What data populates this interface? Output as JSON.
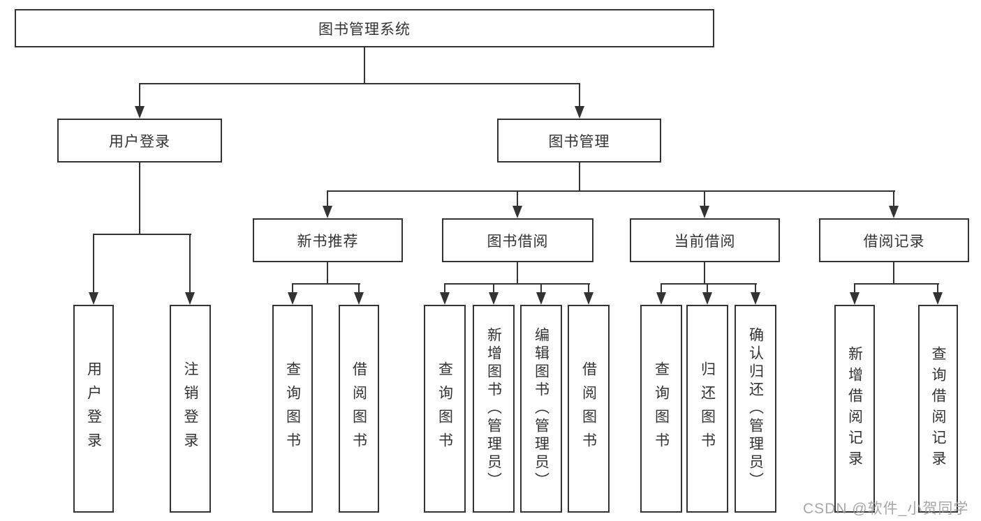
{
  "tree": {
    "root": {
      "label": "图书管理系统"
    },
    "branches": [
      {
        "label": "用户登录",
        "children": [
          {
            "label": "用户登录"
          },
          {
            "label": "注销登录"
          }
        ]
      },
      {
        "label": "图书管理",
        "children": [
          {
            "label": "新书推荐",
            "children": [
              {
                "label": "查询图书"
              },
              {
                "label": "借阅图书"
              }
            ]
          },
          {
            "label": "图书借阅",
            "children": [
              {
                "label": "查询图书"
              },
              {
                "label": "新增图书（管理员）"
              },
              {
                "label": "编辑图书（管理员）"
              },
              {
                "label": "借阅图书"
              }
            ]
          },
          {
            "label": "当前借阅",
            "children": [
              {
                "label": "查询图书"
              },
              {
                "label": "归还图书"
              },
              {
                "label": "确认归还（管理员）"
              }
            ]
          },
          {
            "label": "借阅记录",
            "children": [
              {
                "label": "新增借阅记录"
              },
              {
                "label": "查询借阅记录"
              }
            ]
          }
        ]
      }
    ]
  },
  "watermark": "CSDN @软件_小贺同学",
  "colors": {
    "line": "#333333",
    "text": "#333333",
    "box_background": "#ffffff",
    "page_background": "#ffffff",
    "watermark": "#9e9e9e"
  }
}
